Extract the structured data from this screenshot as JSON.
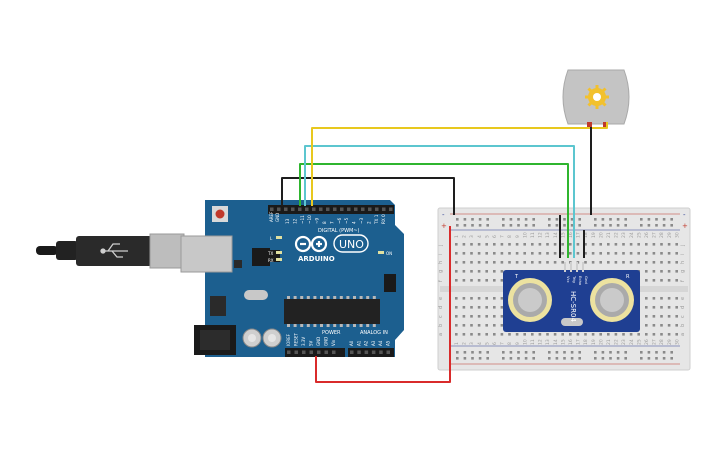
{
  "board": {
    "brand": "ARDUINO",
    "model": "UNO",
    "digital_label": "DIGITAL (PWM~)",
    "power_label": "POWER",
    "analog_label": "ANALOG IN",
    "on_label": "ON",
    "tx_label": "TX",
    "rx_label": "RX",
    "l_label": "L",
    "aref_label": "AREF",
    "gnd_label": "GND",
    "digital_pins": [
      "13",
      "12",
      "~11",
      "~10",
      "~9",
      "8",
      "7",
      "~6",
      "~5",
      "4",
      "~3",
      "2",
      "TX 1",
      "RX 0"
    ],
    "power_pins": [
      "IOREF",
      "RESET",
      "3.3V",
      "5V",
      "GND",
      "GND",
      "Vin"
    ],
    "analog_pins": [
      "A0",
      "A1",
      "A2",
      "A3",
      "A4",
      "A5"
    ]
  },
  "sensor": {
    "model": "HC-SR04",
    "pins": [
      "Vcc",
      "Trig",
      "Echo",
      "Gnd"
    ]
  },
  "breadboard": {
    "column_numbers": [
      "1",
      "2",
      "3",
      "4",
      "5",
      "6",
      "7",
      "8",
      "9",
      "10",
      "11",
      "12",
      "13",
      "14",
      "15",
      "16",
      "17",
      "18",
      "19",
      "20",
      "21",
      "22",
      "23",
      "24",
      "25",
      "26",
      "27",
      "28",
      "29",
      "30"
    ],
    "row_letters_top": [
      "j",
      "i",
      "h",
      "g",
      "f"
    ],
    "row_letters_bottom": [
      "e",
      "d",
      "c",
      "b",
      "a"
    ]
  },
  "wire_colors": {
    "gnd": "#1e1e1e",
    "power": "#d92b2b",
    "trig": "#2fb52f",
    "echo": "#5cc6cf",
    "motor": "#e8c81e",
    "motor_gnd": "#1e1e1e"
  }
}
